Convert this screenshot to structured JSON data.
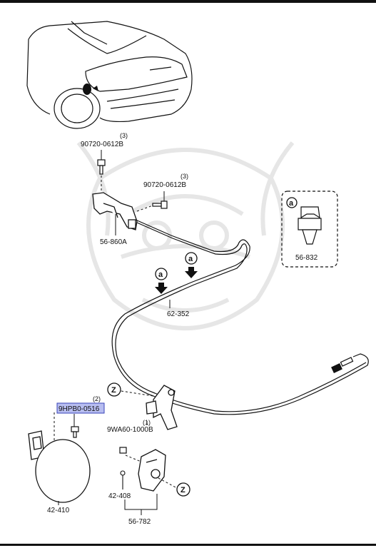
{
  "parts": [
    {
      "key": "bolt_top",
      "number": "90720-0612B",
      "qty": "(3)"
    },
    {
      "key": "bolt_mid",
      "number": "90720-0612B",
      "qty": "(3)"
    },
    {
      "key": "bracket",
      "number": "56-860A"
    },
    {
      "key": "clip",
      "number": "56-832"
    },
    {
      "key": "cable",
      "number": "62-352"
    },
    {
      "key": "screw",
      "number": "9HPB0-0516",
      "qty": "(2)",
      "highlight": true
    },
    {
      "key": "lever_part",
      "number": "9WA60-1000B",
      "qty": "(1)"
    },
    {
      "key": "spring",
      "number": "42-408"
    },
    {
      "key": "lid",
      "number": "42-410"
    },
    {
      "key": "assembly",
      "number": "56-782"
    }
  ],
  "markers": {
    "a": "a",
    "z": "Z"
  },
  "colors": {
    "highlight_fill": "#b7bdf0",
    "highlight_stroke": "#3a44b8",
    "line": "#111111",
    "watermark": "#e6e6e6"
  }
}
